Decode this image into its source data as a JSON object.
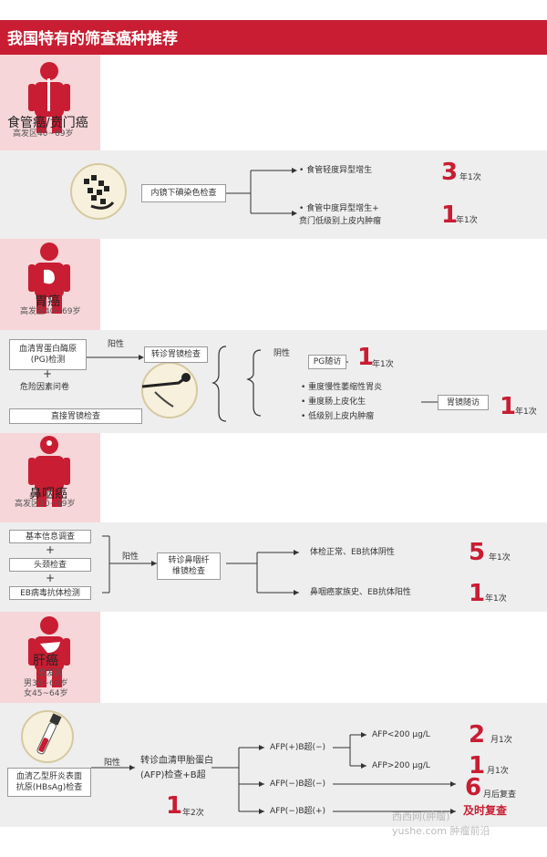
{
  "header": {
    "title": "我国特有的筛查癌种推荐"
  },
  "esophageal": {
    "name": "食管癌/贲门癌",
    "area": "高发区40~69岁",
    "method": "内镜下碘染色检查",
    "results": [
      {
        "label": "• 食管轻度异型增生",
        "num": "3",
        "unit": "年1次"
      },
      {
        "label_line1": "• 食管中度异型增生+",
        "label_line2": "贲门低级别上皮内肿瘤",
        "num": "1",
        "unit": "年1次"
      }
    ]
  },
  "gastric": {
    "name": "胃癌",
    "area": "高发区40~69岁",
    "test1_line1": "血清胃蛋白酶原",
    "test1_line2": "(PG)检测",
    "plus": "+",
    "test2": "危险因素问卷",
    "direct": "直接胃镜检查",
    "positive": "阳性",
    "referral": "转诊胃镜检查",
    "negative": "阴性",
    "pg_follow": "PG随访",
    "pg_num": "1",
    "pg_unit": "年1次",
    "findings": [
      "• 重度慢性萎缩性胃炎",
      "• 重度肠上皮化生",
      "• 低级别上皮内肿瘤"
    ],
    "endo_follow": "胃镜随访",
    "endo_num": "1",
    "endo_unit": "年1次"
  },
  "nasopharyngeal": {
    "name": "鼻咽癌",
    "area": "高发区30~69岁",
    "tests": [
      "基本信息调查",
      "头颈检查",
      "EB病毒抗体检测"
    ],
    "plus": "+",
    "positive": "阳性",
    "referral_line1": "转诊鼻咽纤",
    "referral_line2": "维镜检查",
    "results": [
      {
        "label": "体检正常、EB抗体阴性",
        "num": "5",
        "unit": "年1次"
      },
      {
        "label": "鼻咽癌家族史、EB抗体阳性",
        "num": "1",
        "unit": "年1次"
      }
    ]
  },
  "liver": {
    "name": "肝癌",
    "area_label": "高发区",
    "male": "男35~64岁",
    "female": "女45~64岁",
    "test_line1": "血清乙型肝炎表面",
    "test_line2": "抗原(HBsAg)检查",
    "positive": "阳性",
    "referral_line1": "转诊血清甲胎蛋白",
    "referral_line2": "(AFP)检查+B超",
    "ref_num": "1",
    "ref_unit": "年2次",
    "branches": [
      "AFP(+)B超(−)",
      "AFP(−)B超(−)",
      "AFP(−)B超(+)"
    ],
    "afp_low": "AFP<200 μg/L",
    "afp_low_num": "2",
    "afp_low_unit": "月1次",
    "afp_high": "AFP>200 μg/L",
    "afp_high_num": "1",
    "afp_high_unit": "月1次",
    "neg_num": "6",
    "neg_unit": "月后复查",
    "pos_action": "及时复查"
  },
  "watermark": {
    "line1": "西西网(肿瘤)",
    "line2": "yushe.com 肿瘤前沿"
  },
  "colors": {
    "accent": "#c81d32",
    "pink": "#f6d6d9",
    "gray": "#eeeeee"
  }
}
